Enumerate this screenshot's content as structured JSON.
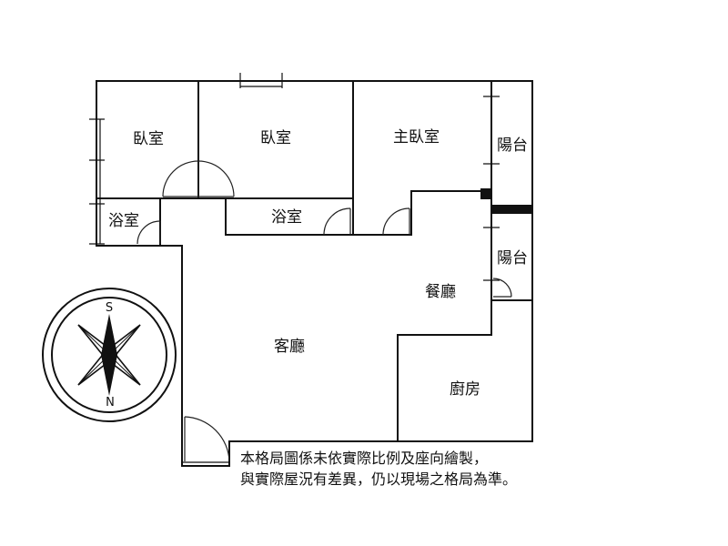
{
  "rooms": {
    "bedroom_1": "臥室",
    "bedroom_2": "臥室",
    "master_bedroom": "主臥室",
    "balcony_upper": "陽台",
    "balcony_lower": "陽台",
    "bathroom_left": "浴室",
    "bathroom_center": "浴室",
    "dining": "餐廳",
    "living": "客廳",
    "kitchen": "廚房"
  },
  "compass": {
    "top_letter": "S",
    "bottom_letter": "N"
  },
  "disclaimer": {
    "line1": "本格局圖係未依實際比例及座向繪製，",
    "line2": "與實際屋況有差異，仍以現場之格局為準。"
  }
}
